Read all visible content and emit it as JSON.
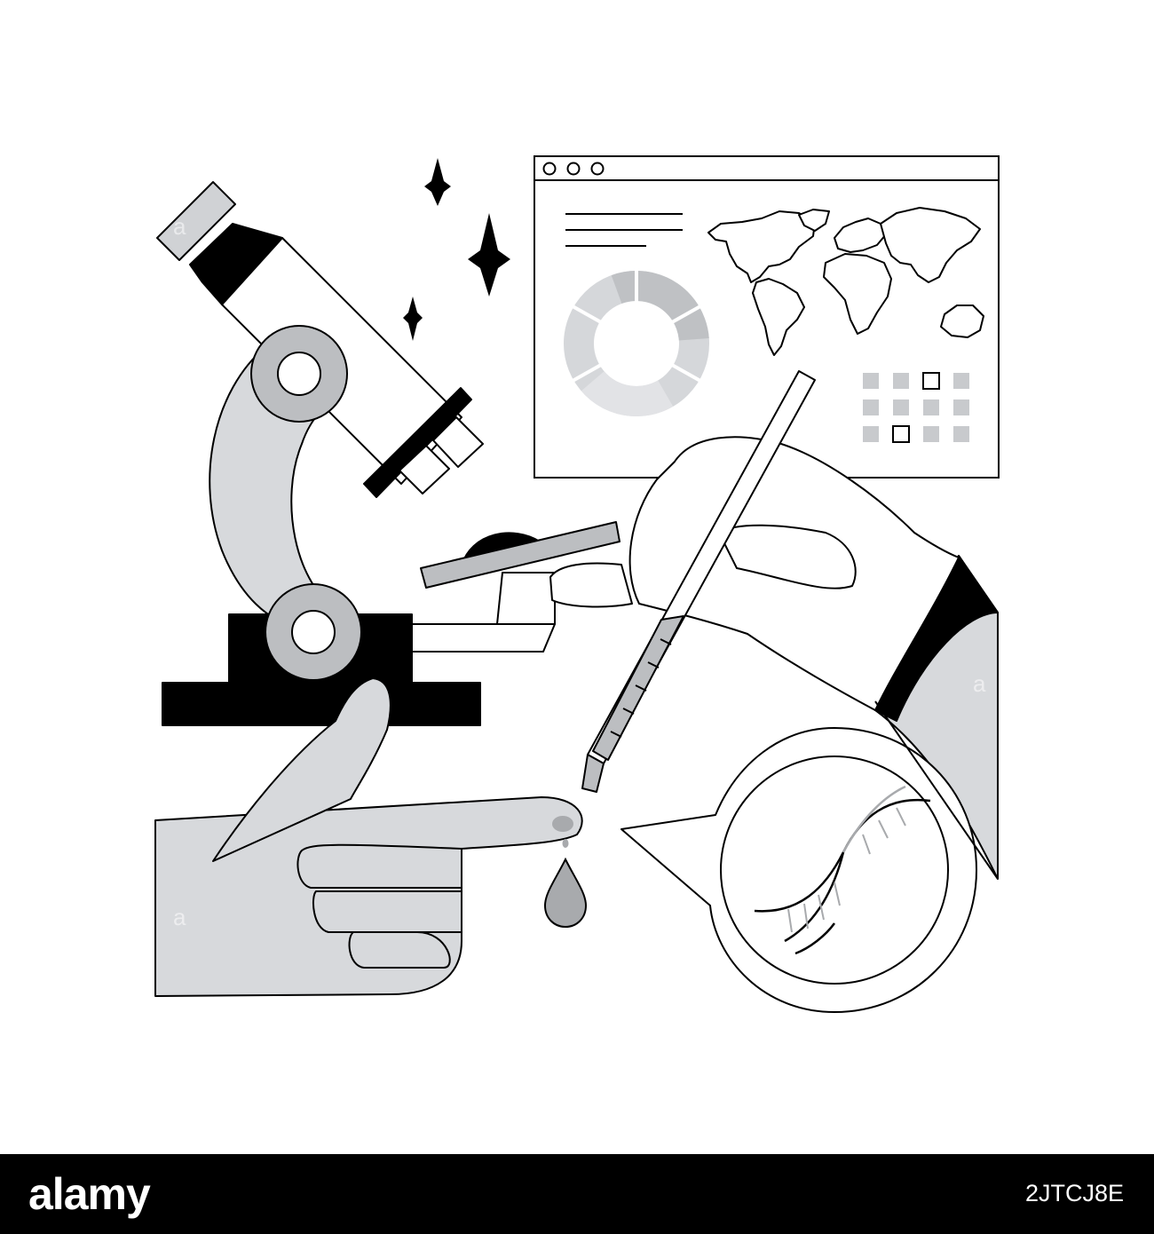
{
  "footer": {
    "brand": "alamy",
    "image_id": "2JTCJ8E"
  },
  "watermark": {
    "letter": "a"
  },
  "colors": {
    "outline": "#000000",
    "gray_fill": "#d0d2d5",
    "light_gray": "#e3e4e7",
    "mid_gray": "#bdbfc2",
    "background": "#ffffff",
    "footer_bg": "#000000"
  },
  "icons": {
    "microscope": "microscope-icon",
    "browser_window": "browser-window-icon",
    "world_map": "world-map-icon",
    "donut_chart": "donut-chart-icon",
    "dna": "dna-helix-icon",
    "pipette": "pipette-icon",
    "blood_drop": "blood-drop-icon"
  }
}
